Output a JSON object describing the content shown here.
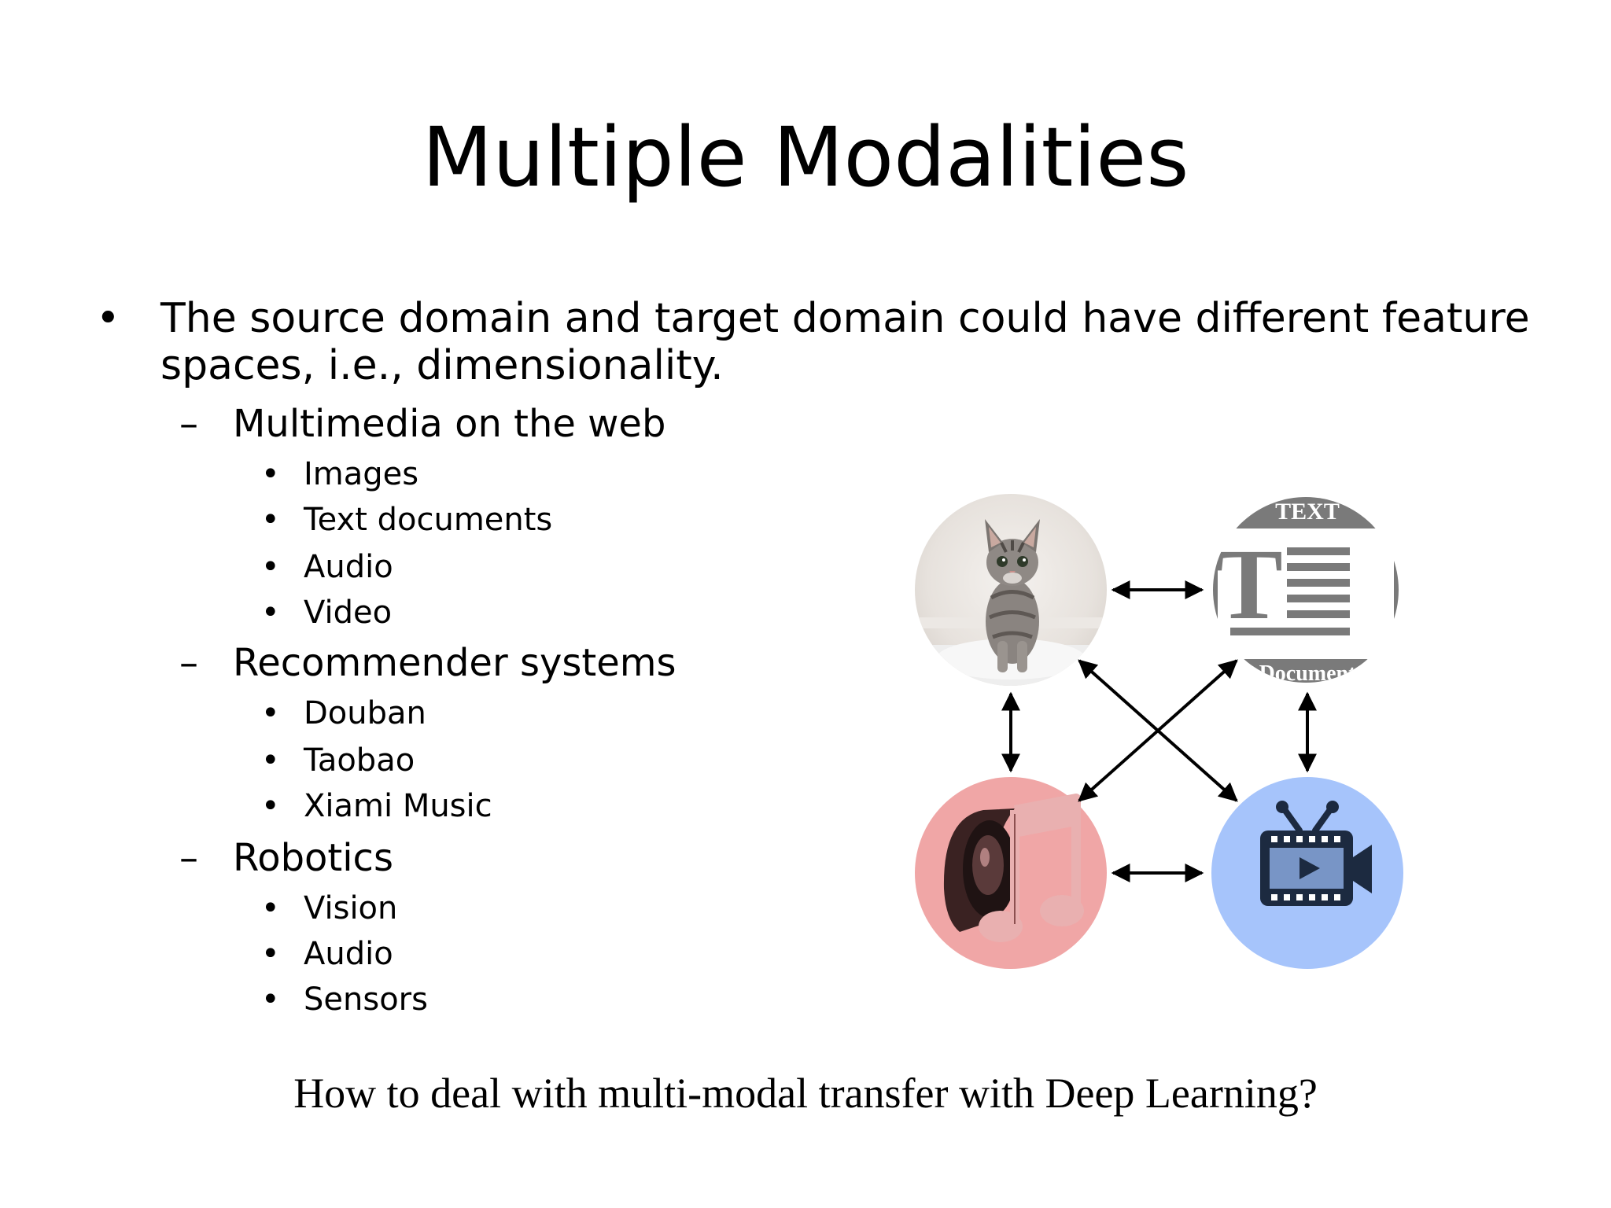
{
  "slide": {
    "title": "Multiple Modalities",
    "bullet": {
      "line1": "The source domain and target domain could have different feature",
      "line2": "spaces, i.e., dimensionality."
    },
    "groups": [
      {
        "label": "Multimedia on the web",
        "items": [
          "Images",
          "Text documents",
          "Audio",
          "Video"
        ]
      },
      {
        "label": "Recommender systems",
        "items": [
          "Douban",
          "Taobao",
          "Xiami Music"
        ]
      },
      {
        "label": "Robotics",
        "items": [
          "Vision",
          "Audio",
          "Sensors"
        ]
      }
    ],
    "markers": {
      "bullet": "•",
      "dash": "–"
    },
    "footer": "How to deal with multi-modal transfer with Deep Learning?"
  },
  "diagram": {
    "text_icon": {
      "top_label": "TEXT",
      "big_letter": "T",
      "bottom_label": "Document"
    },
    "icons": {
      "image": "cat-photo-icon",
      "text": "text-document-icon",
      "audio": "speaker-music-icon",
      "video": "tv-video-camera-icon"
    },
    "colors": {
      "audio_circle": "#f0a6a6",
      "video_circle": "#a6c4fb",
      "text_icon": "#7a7a7a",
      "arrow": "#000000"
    }
  }
}
